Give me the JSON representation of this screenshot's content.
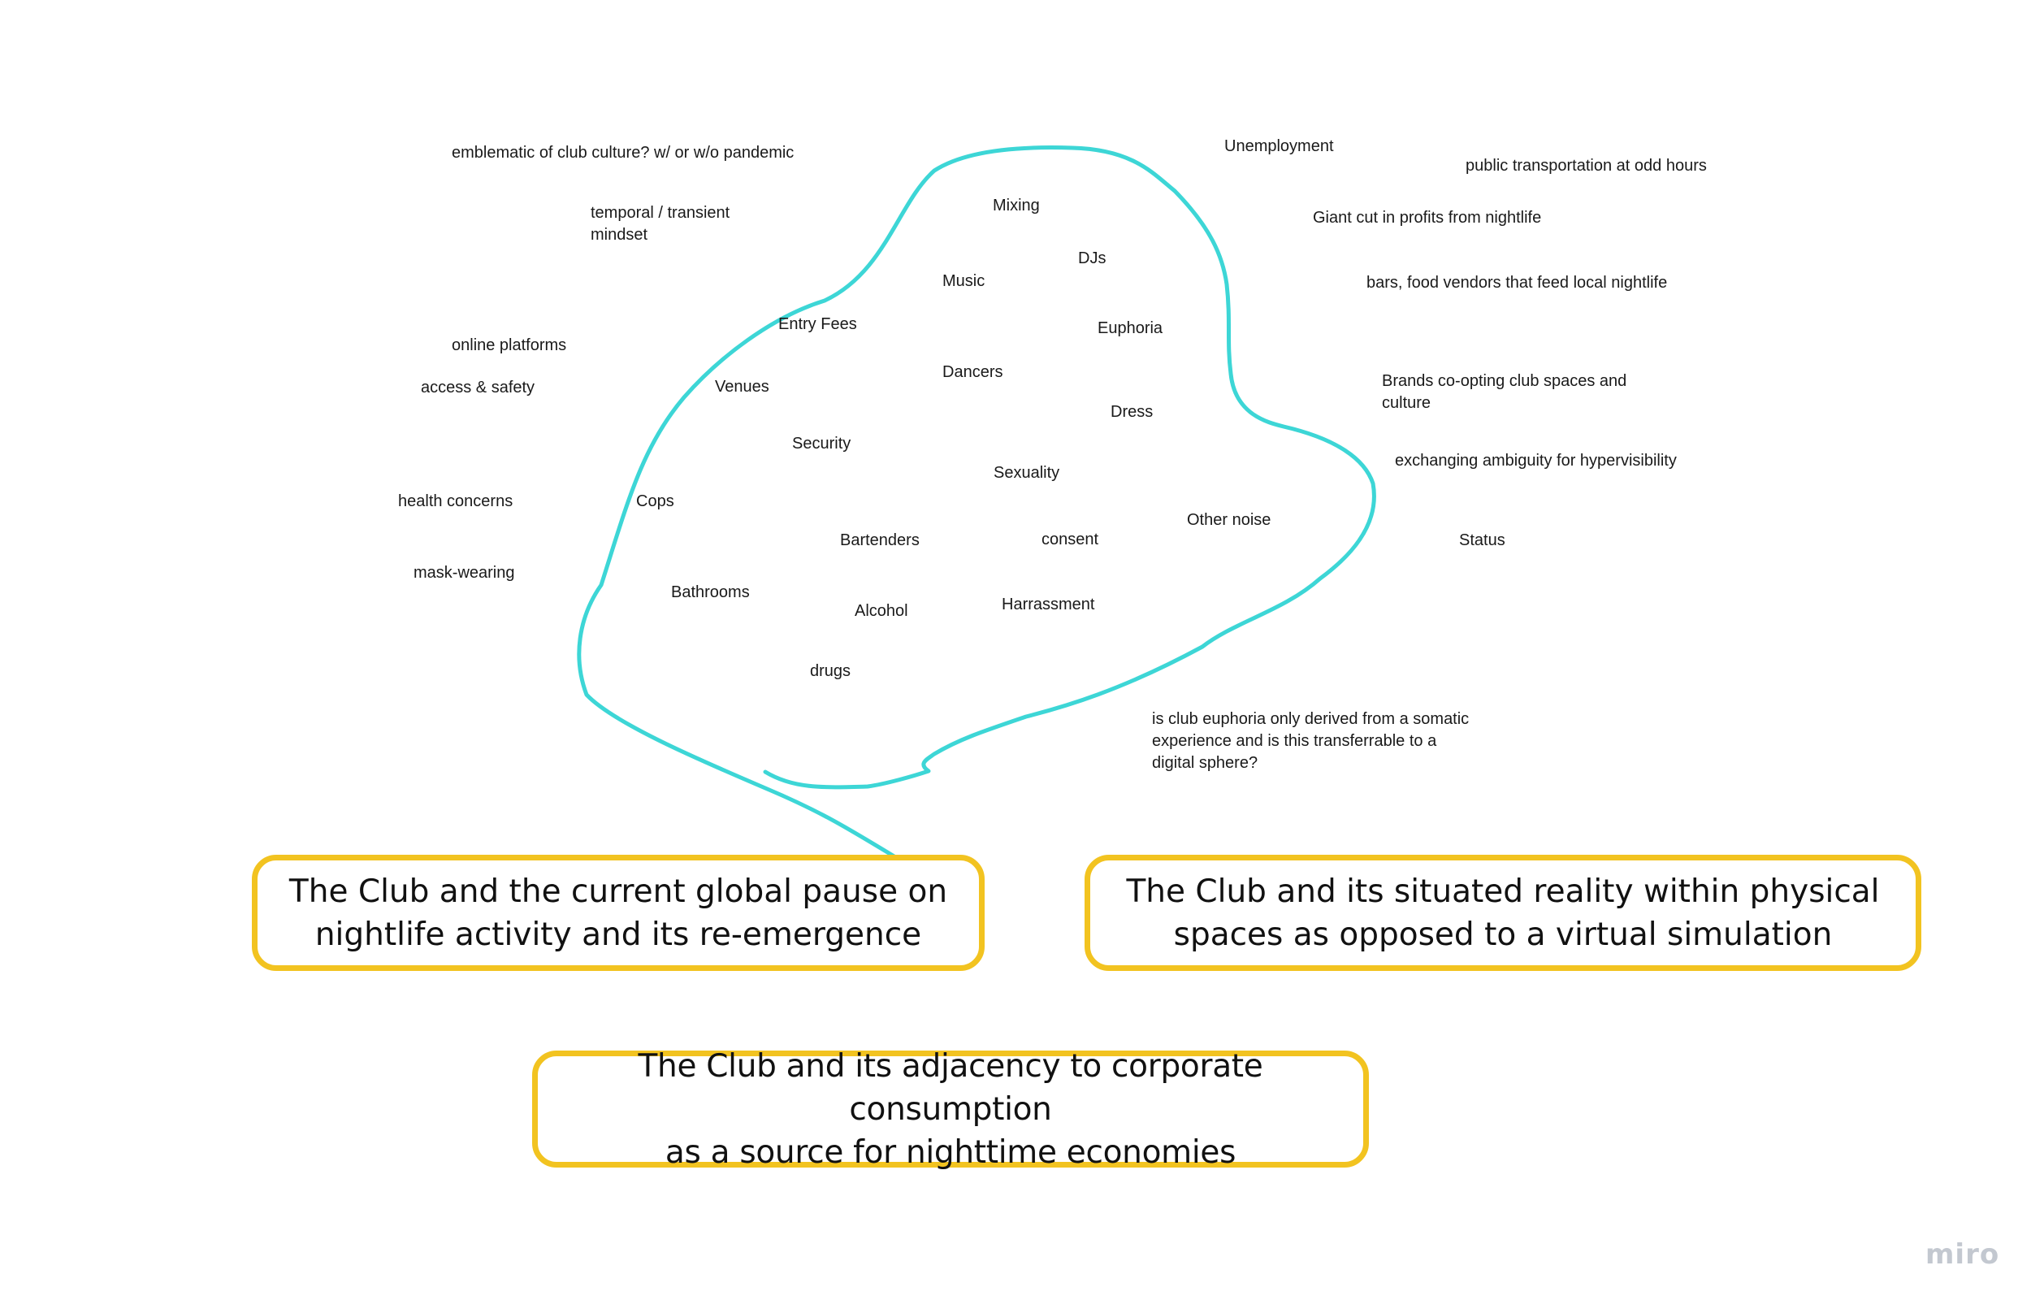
{
  "colors": {
    "cluster_outline": "#3dd6d6",
    "theme_border": "#f2c320",
    "text": "#1a1a1a",
    "logo": "#c3c8d0"
  },
  "cluster_notes": {
    "mixing": "Mixing",
    "djs": "DJs",
    "music": "Music",
    "entry_fees": "Entry Fees",
    "euphoria": "Euphoria",
    "dancers": "Dancers",
    "venues": "Venues",
    "dress": "Dress",
    "security": "Security",
    "sexuality": "Sexuality",
    "cops": "Cops",
    "other_noise": "Other noise",
    "bartenders": "Bartenders",
    "consent": "consent",
    "bathrooms": "Bathrooms",
    "alcohol": "Alcohol",
    "harrassment": "Harrassment",
    "drugs": "drugs"
  },
  "left_notes": {
    "emblematic": "emblematic of club culture? w/ or w/o pandemic",
    "temporal": "temporal / transient\nmindset",
    "online_platforms": "online platforms",
    "access_safety": "access & safety",
    "health_concerns": "health concerns",
    "mask_wearing": "mask-wearing"
  },
  "right_notes": {
    "unemployment": "Unemployment",
    "public_transport": "public transportation at odd hours",
    "profit_cut": "Giant cut in profits from nightlife",
    "bars_vendors": "bars, food vendors that feed local nightlife",
    "brands": "Brands co-opting club spaces and\nculture",
    "ambiguity": "exchanging ambiguity for hypervisibility",
    "status": "Status",
    "somatic_question": "is club euphoria only derived from a somatic\nexperience and is this transferrable to a\ndigital sphere?"
  },
  "themes": {
    "pause": "The Club and the current global pause on\nnightlife activity and its re-emergence",
    "reality": "The Club and its situated reality within physical\nspaces as opposed to a virtual simulation",
    "economy": "The Club and its adjacency to corporate consumption\nas a source for nighttime economies"
  },
  "logo_text": "miro"
}
